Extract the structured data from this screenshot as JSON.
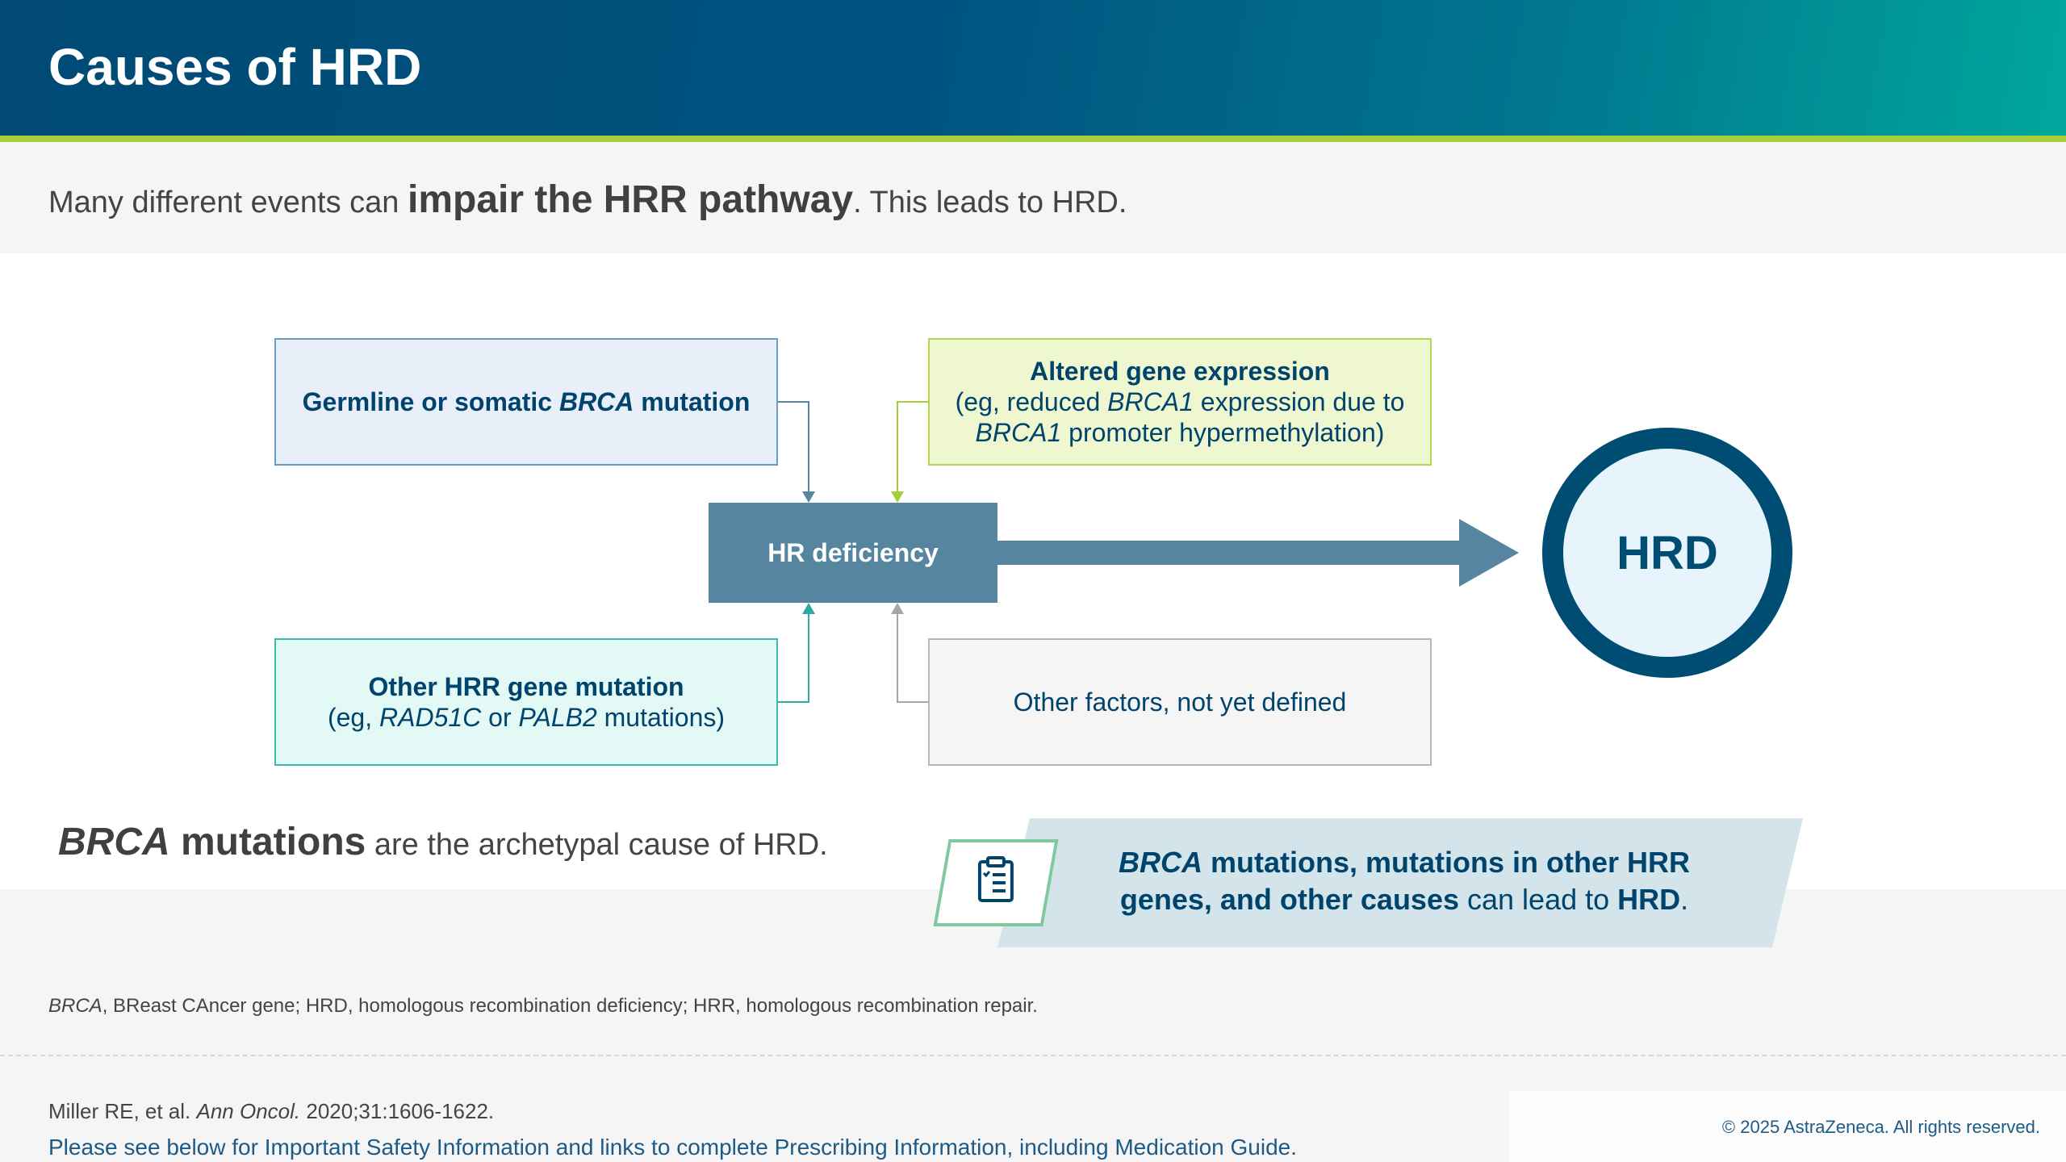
{
  "header": {
    "title": "Causes of HRD"
  },
  "subtitle": {
    "prefix": "Many different events can ",
    "emphasis": "impair the HRR pathway",
    "suffix": ". This leads to HRD."
  },
  "diagram": {
    "box_brca": {
      "part1": "Germline or somatic ",
      "part2_italic": "BRCA",
      "part3": " mutation"
    },
    "box_altered": {
      "line1": "Altered gene expression",
      "line2_prefix": "(eg, reduced ",
      "line2_italic": "BRCA1",
      "line2_suffix": " expression due to",
      "line3_italic": "BRCA1",
      "line3_suffix": " promoter hypermethylation)"
    },
    "box_other_hrr": {
      "line1": "Other HRR gene mutation",
      "line2_prefix": "(eg, ",
      "line2_italic1": "RAD51C",
      "line2_mid": " or ",
      "line2_italic2": "PALB2",
      "line2_suffix": " mutations)"
    },
    "box_other_factors": {
      "label": "Other factors, not yet defined"
    },
    "center_box": {
      "label": "HR deficiency"
    },
    "outcome": {
      "label": "HRD"
    },
    "colors": {
      "brca_border": "#6a9cc4",
      "altered_border": "#b5d654",
      "other_hrr_border": "#3cbab0",
      "factors_border": "#b7b7b7",
      "center_fill": "#56869f",
      "outcome_ring": "#004d73"
    }
  },
  "statement": {
    "italic": "BRCA",
    "bold": " mutations",
    "rest": " are the archetypal cause of HRD."
  },
  "callout": {
    "icon": "clipboard-icon",
    "line1_italic": "BRCA",
    "line1_bold": " mutations, mutations in other HRR",
    "line2_bold": "genes, and other causes",
    "line2_mid": " can lead to ",
    "line2_bold2": "HRD",
    "line2_end": "."
  },
  "footnote": {
    "italic": "BRCA",
    "text": ", BReast CAncer gene; HRD, homologous recombination deficiency; HRR, homologous recombination repair."
  },
  "reference": {
    "authors": "Miller RE, et al. ",
    "journal": "Ann Oncol.",
    "citation": " 2020;31:1606-1622."
  },
  "safety_link": "Please see below for Important Safety Information and links to complete Prescribing Information, including Medication Guide.",
  "copyright": "© 2025 AstraZeneca. All rights reserved."
}
